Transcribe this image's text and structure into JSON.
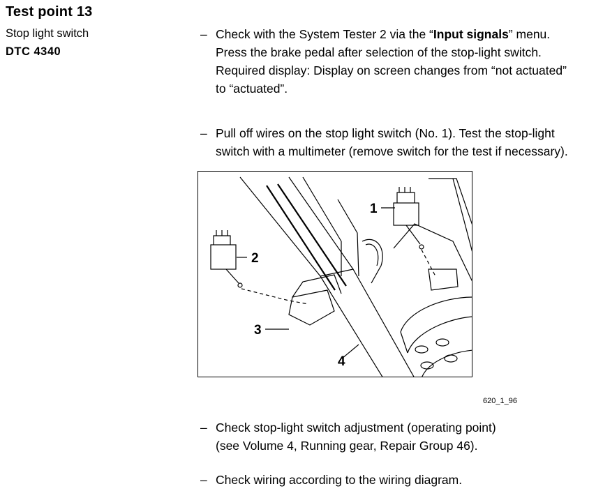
{
  "header": {
    "title": "Test point 13",
    "subtitle": "Stop light switch",
    "dtc": "DTC 4340"
  },
  "steps": {
    "s1": {
      "dash": "–",
      "l1_pre": "Check with the System Tester 2 via the “",
      "l1_bold": "Input signals",
      "l1_post": "” menu.",
      "l2": "Press the brake pedal after selection of the stop-light switch.",
      "l3": "Required display: Display on screen changes from “not actuated”",
      "l4": "to “actuated”."
    },
    "s2": {
      "dash": "–",
      "l1": "Pull off wires on the stop light switch (No. 1). Test the stop-light",
      "l2": "switch with a multimeter (remove switch for the test if necessary)."
    },
    "s3": {
      "dash": "–",
      "l1": "Check stop-light switch adjustment (operating point)",
      "l2": "(see Volume 4, Running gear, Repair Group 46)."
    },
    "s4": {
      "dash": "–",
      "l1": "Check wiring according to the wiring diagram."
    }
  },
  "figure": {
    "callouts": [
      "1",
      "2",
      "3",
      "4"
    ],
    "ref": "620_1_96"
  }
}
